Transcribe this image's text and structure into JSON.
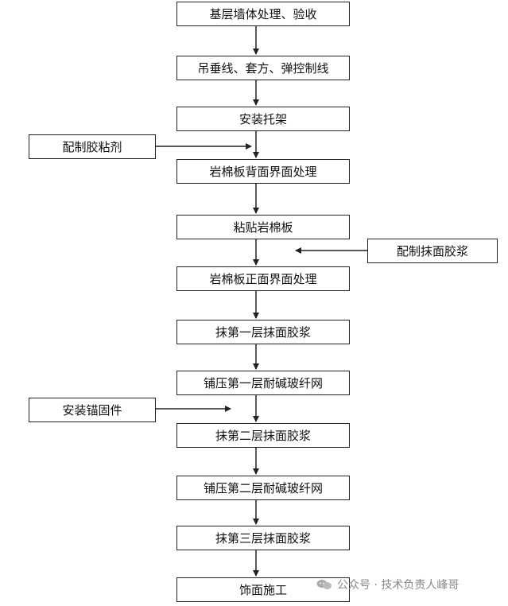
{
  "steps": [
    "基层墙体处理、验收",
    "吊垂线、套方、弹控制线",
    "安装托架",
    "岩棉板背面界面处理",
    "粘贴岩棉板",
    "岩棉板正面界面处理",
    "抹第一层抹面胶浆",
    "铺压第一层耐碱玻纤网",
    "抹第二层抹面胶浆",
    "铺压第二层耐碱玻纤网",
    "抹第三层抹面胶浆",
    "饰面施工"
  ],
  "side_inputs": {
    "adhesive": "配制胶粘剂",
    "mortar": "配制抹面胶浆",
    "anchor": "安装锚固件"
  },
  "watermark": "公众号 · 技术负责人峰哥",
  "colors": {
    "line": "#222222",
    "watermark": "#888888"
  }
}
